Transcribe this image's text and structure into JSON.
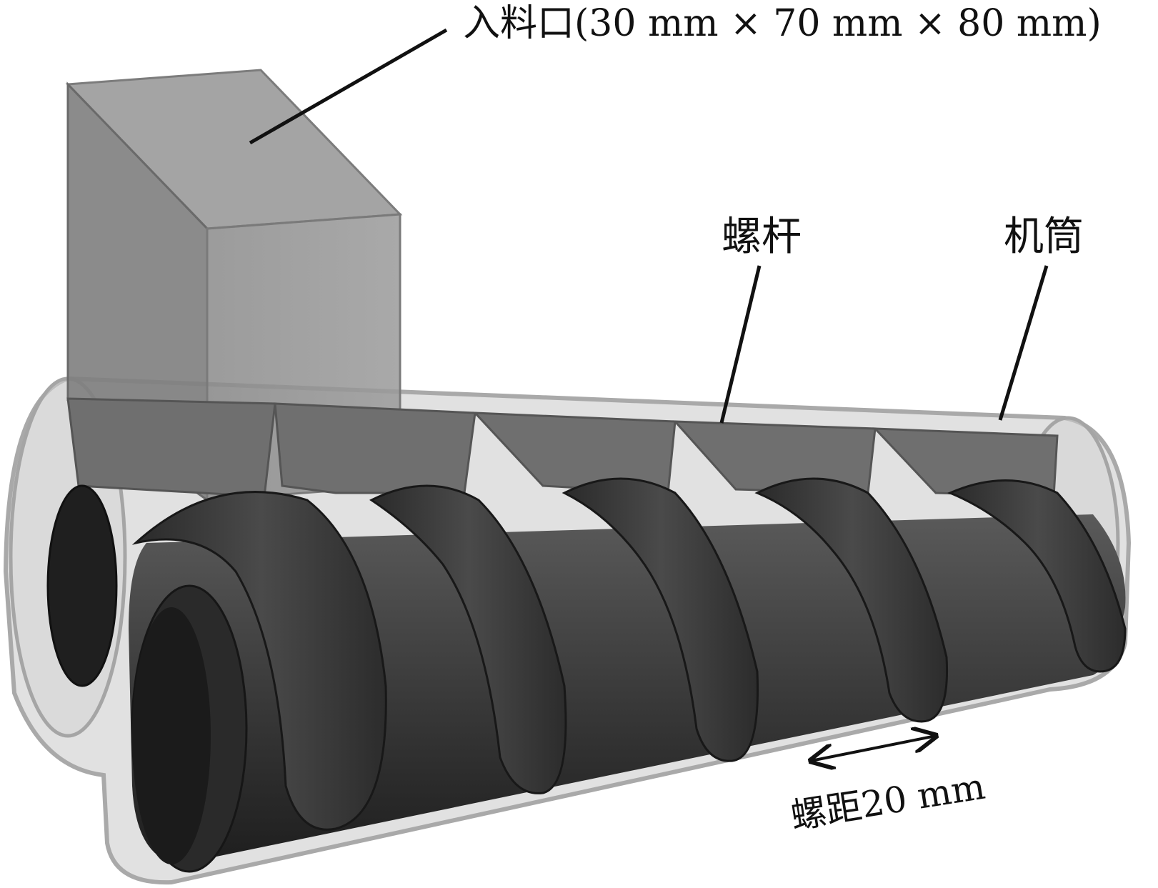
{
  "labels": {
    "inlet": "入料口(30 mm × 70 mm × 80 mm)",
    "screw": "螺杆",
    "barrel": "机筒",
    "pitch": "螺距20 mm"
  },
  "colors": {
    "background": "#ffffff",
    "screw": "#3a3a3a",
    "screw_dark": "#232323",
    "barrel": "#b7b7b7",
    "hopper": "#8e8e8e",
    "leader_line": "#111111"
  }
}
